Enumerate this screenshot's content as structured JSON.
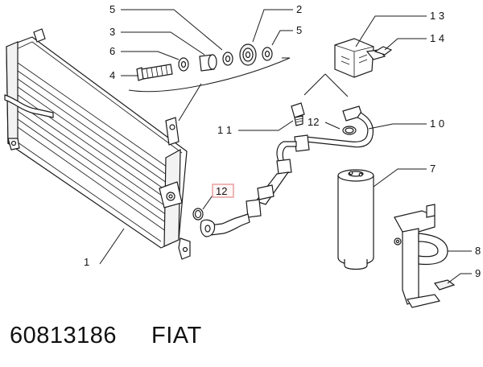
{
  "callouts": [
    {
      "id": "c5a",
      "text": "5"
    },
    {
      "id": "c2",
      "text": "2"
    },
    {
      "id": "c3",
      "text": "3"
    },
    {
      "id": "c5b",
      "text": "5"
    },
    {
      "id": "c6",
      "text": "6"
    },
    {
      "id": "c4",
      "text": "4"
    },
    {
      "id": "c13",
      "text": "1 3"
    },
    {
      "id": "c14",
      "text": "1 4"
    },
    {
      "id": "c11",
      "text": "1 1"
    },
    {
      "id": "c12a",
      "text": "12"
    },
    {
      "id": "c10",
      "text": "1 0"
    },
    {
      "id": "c7",
      "text": "7"
    },
    {
      "id": "c12b",
      "text": "12"
    },
    {
      "id": "c8",
      "text": "8"
    },
    {
      "id": "c9",
      "text": "9"
    },
    {
      "id": "c1",
      "text": "1"
    }
  ],
  "caption": {
    "part_number": "60813186",
    "brand": "FIAT"
  },
  "colors": {
    "line": "#1a1a1a",
    "highlight_box": "#e8a0a0",
    "highlight_fill": "#fff5f5"
  }
}
